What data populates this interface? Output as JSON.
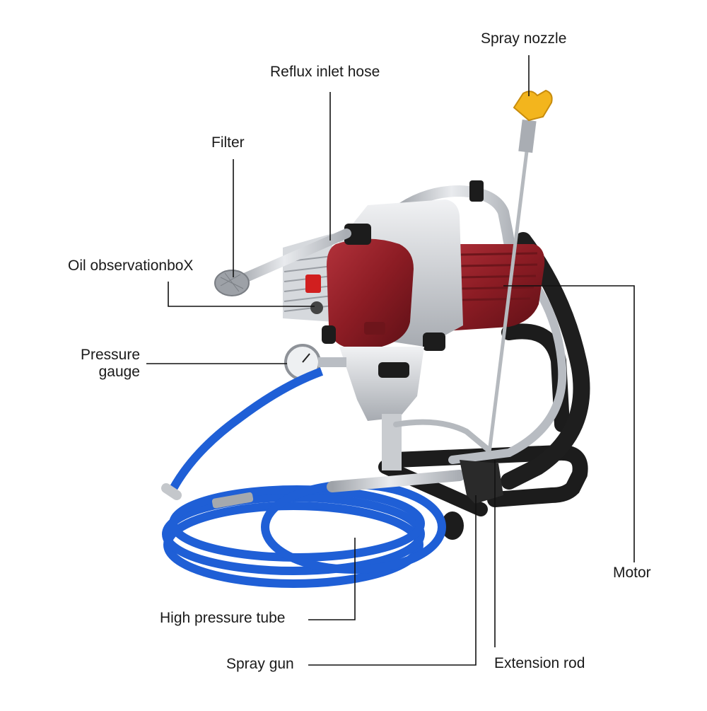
{
  "labels": {
    "spray_nozzle": "Spray nozzle",
    "reflux_inlet_hose": "Reflux inlet hose",
    "filter": "Filter",
    "oil_observation_box": "Oil observationboX",
    "pressure_gauge_line1": "Pressure",
    "pressure_gauge_line2": "gauge",
    "motor": "Motor",
    "high_pressure_tube": "High pressure tube",
    "spray_gun": "Spray gun",
    "extension_rod": "Extension rod"
  },
  "colors": {
    "motor_red": "#8c1c24",
    "hose_blue": "#1f5fd6",
    "frame_black": "#1c1c1c",
    "metal_silver": "#c4c7cb",
    "nozzle_yellow": "#f3b51d",
    "leader_line": "#111111"
  }
}
